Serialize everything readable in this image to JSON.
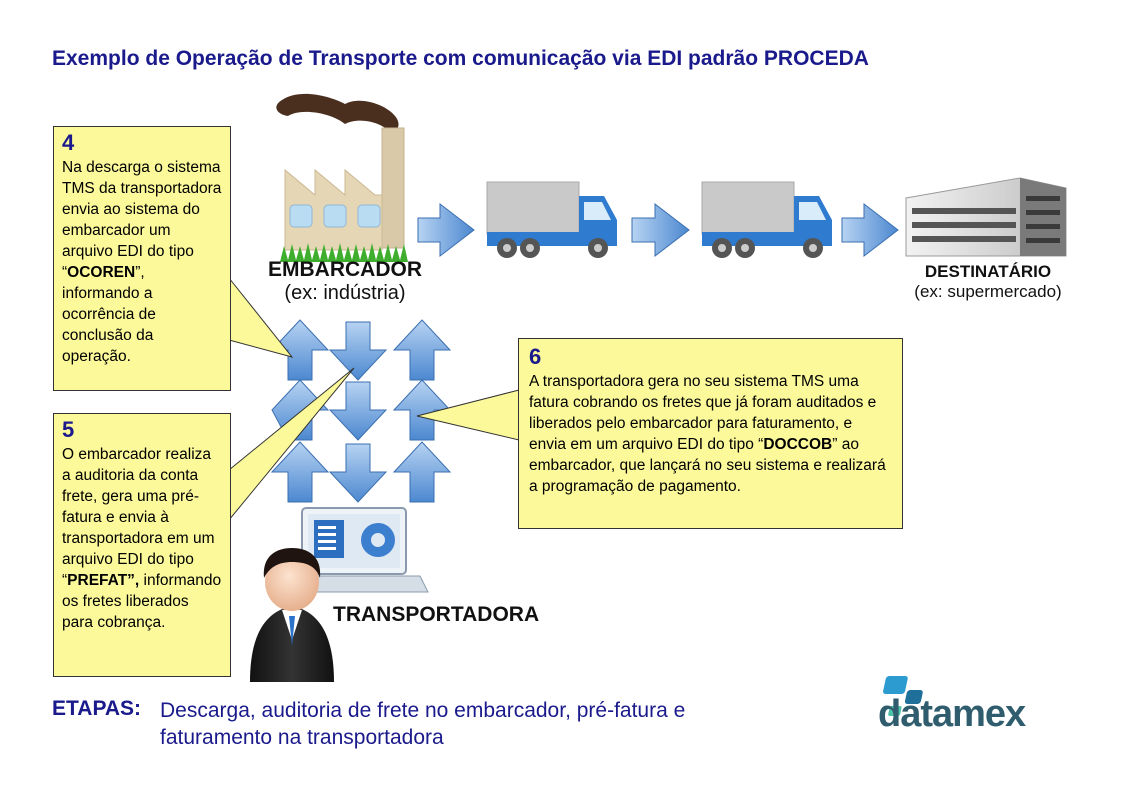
{
  "title": "Exemplo de Operação de Transporte com comunicação via EDI padrão PROCEDA",
  "entities": {
    "shipper": {
      "name": "EMBARCADOR",
      "sub": "(ex: indústria)"
    },
    "recipient": {
      "name": "DESTINATÁRIO",
      "sub": "(ex: supermercado)"
    },
    "carrier": {
      "name": "TRANSPORTADORA"
    }
  },
  "callouts": {
    "c4": {
      "number": "4",
      "pre": "Na descarga o sistema TMS da transportadora envia ao sistema do embarcador um arquivo EDI do tipo “",
      "bold": "OCOREN",
      "post": "”, informando a ocorrência de conclusão da operação."
    },
    "c5": {
      "number": "5",
      "pre": "O embarcador realiza a auditoria da conta frete, gera uma pré-fatura e envia à transportadora em um arquivo EDI do tipo “",
      "bold": "PREFAT”,",
      "post": " informando os fretes liberados para cobrança."
    },
    "c6": {
      "number": "6",
      "pre": "A transportadora gera no seu sistema TMS uma fatura cobrando os fretes que já foram auditados e liberados pelo embarcador para faturamento, e envia em um arquivo EDI do tipo “",
      "bold": "DOCCOB",
      "post": "” ao embarcador, que lançará no seu sistema e realizará a programação de pagamento."
    }
  },
  "footer": {
    "label": "ETAPAS:",
    "text": "Descarga, auditoria de frete no embarcador, pré-fatura e faturamento na transportadora"
  },
  "logo": {
    "text": "datamex"
  },
  "colors": {
    "title": "#1a1a8c",
    "callout_fill": "#fbf99a",
    "arrow_fill": "#6a9fdc",
    "truck_cab": "#2e7bcf",
    "logo_text": "#2f5d6e",
    "logo_accent": "#2b9bd0",
    "logo_accent2": "#4cc3a8"
  }
}
